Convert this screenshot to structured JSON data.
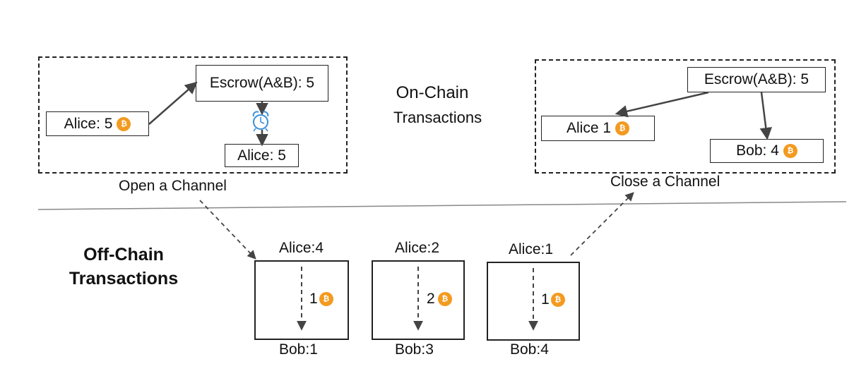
{
  "on_chain": {
    "title": "On-Chain",
    "subtitle": "Transactions",
    "open_channel": {
      "caption": "Open a Channel",
      "alice_label": "Alice: 5",
      "escrow_label": "Escrow(A&B): 5",
      "refund_label": "Alice: 5",
      "timelock_icon": "alarm-clock-icon"
    },
    "close_channel": {
      "caption": "Close a Channel",
      "escrow_label": "Escrow(A&B): 5",
      "alice_label": "Alice 1",
      "bob_label": "Bob: 4"
    }
  },
  "off_chain": {
    "title_line1": "Off-Chain",
    "title_line2": "Transactions",
    "states": [
      {
        "top": "Alice:4",
        "amount": "1",
        "bottom": "Bob:1"
      },
      {
        "top": "Alice:2",
        "amount": "2",
        "bottom": "Bob:3"
      },
      {
        "top": "Alice:1",
        "amount": "1",
        "bottom": "Bob:4"
      }
    ]
  },
  "coin_symbol": "₿",
  "colors": {
    "coin": "#f39a1f",
    "clock": "#3a8fd9",
    "line": "#444444"
  }
}
